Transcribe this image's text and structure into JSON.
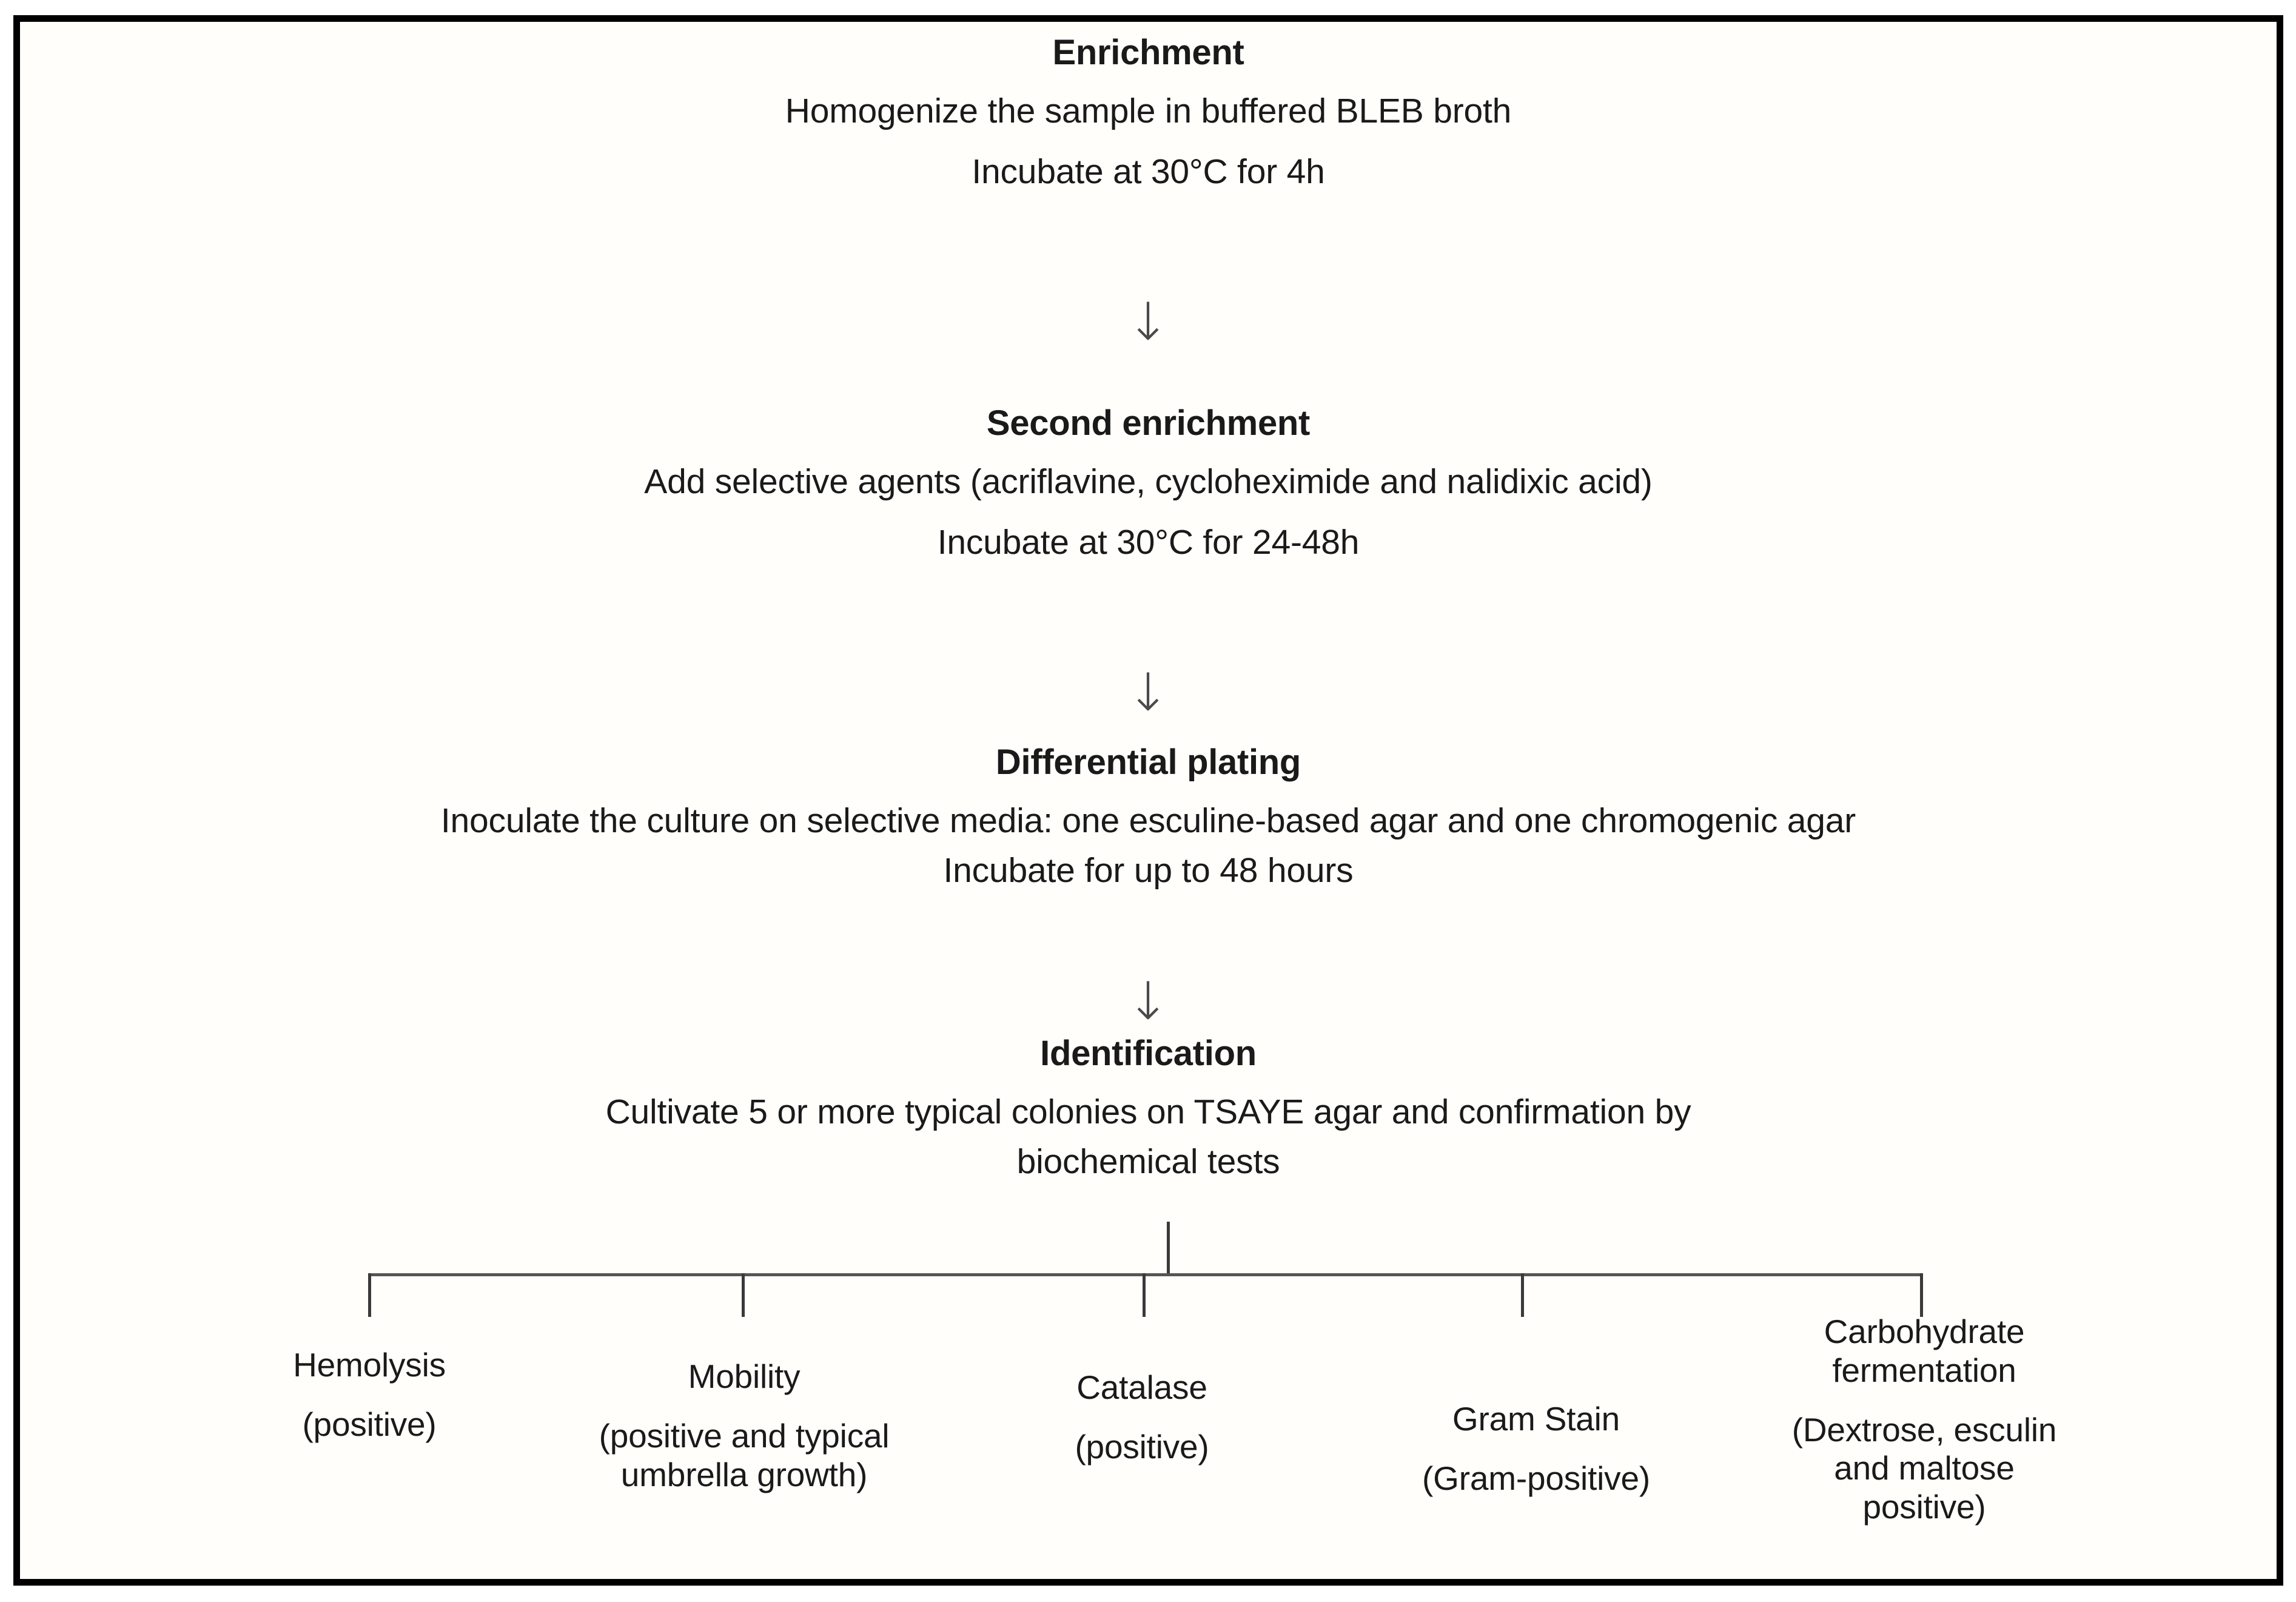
{
  "figure": {
    "type": "laboratory-workflow-flowchart",
    "border_color": "#000000",
    "background_color": "#fffefb",
    "text_color": "#1a1a1a",
    "connector_color": "#555555",
    "arrow_glyph": "↓"
  },
  "stages": [
    {
      "id": "enrichment",
      "title": "Enrichment",
      "lines": [
        "Homogenize the sample in buffered BLEB broth",
        "Incubate at 30°C for 4h"
      ]
    },
    {
      "id": "second-enrichment",
      "title": "Second enrichment",
      "lines": [
        "Add selective agents (acriflavine, cycloheximide and nalidixic acid)",
        "Incubate at 30°C for 24-48h"
      ]
    },
    {
      "id": "differential-plating",
      "title": "Differential plating",
      "lines": [
        "Inoculate the culture on selective media: one esculine-based agar and one chromogenic agar",
        "Incubate for up to 48 hours"
      ]
    },
    {
      "id": "identification",
      "title": "Identification",
      "lines": [
        "Cultivate 5 or more typical colonies on TSAYE agar and confirmation by",
        "biochemical tests"
      ]
    }
  ],
  "arrows": [
    {
      "id": "arrow-1",
      "glyph": "↓"
    },
    {
      "id": "arrow-2",
      "glyph": "↓"
    },
    {
      "id": "arrow-3",
      "glyph": "↓"
    }
  ],
  "biochemical_tests": [
    {
      "id": "hemolysis",
      "name": "Hemolysis",
      "result": "(positive)"
    },
    {
      "id": "mobility",
      "name": "Mobility",
      "result": "(positive and typical umbrella growth)"
    },
    {
      "id": "catalase",
      "name": "Catalase",
      "result": "(positive)"
    },
    {
      "id": "gram-stain",
      "name": "Gram Stain",
      "result": "(Gram-positive)"
    },
    {
      "id": "carbohydrate-fermentation",
      "name": "Carbohydrate fermentation",
      "result": "(Dextrose, esculin and maltose positive)"
    }
  ]
}
